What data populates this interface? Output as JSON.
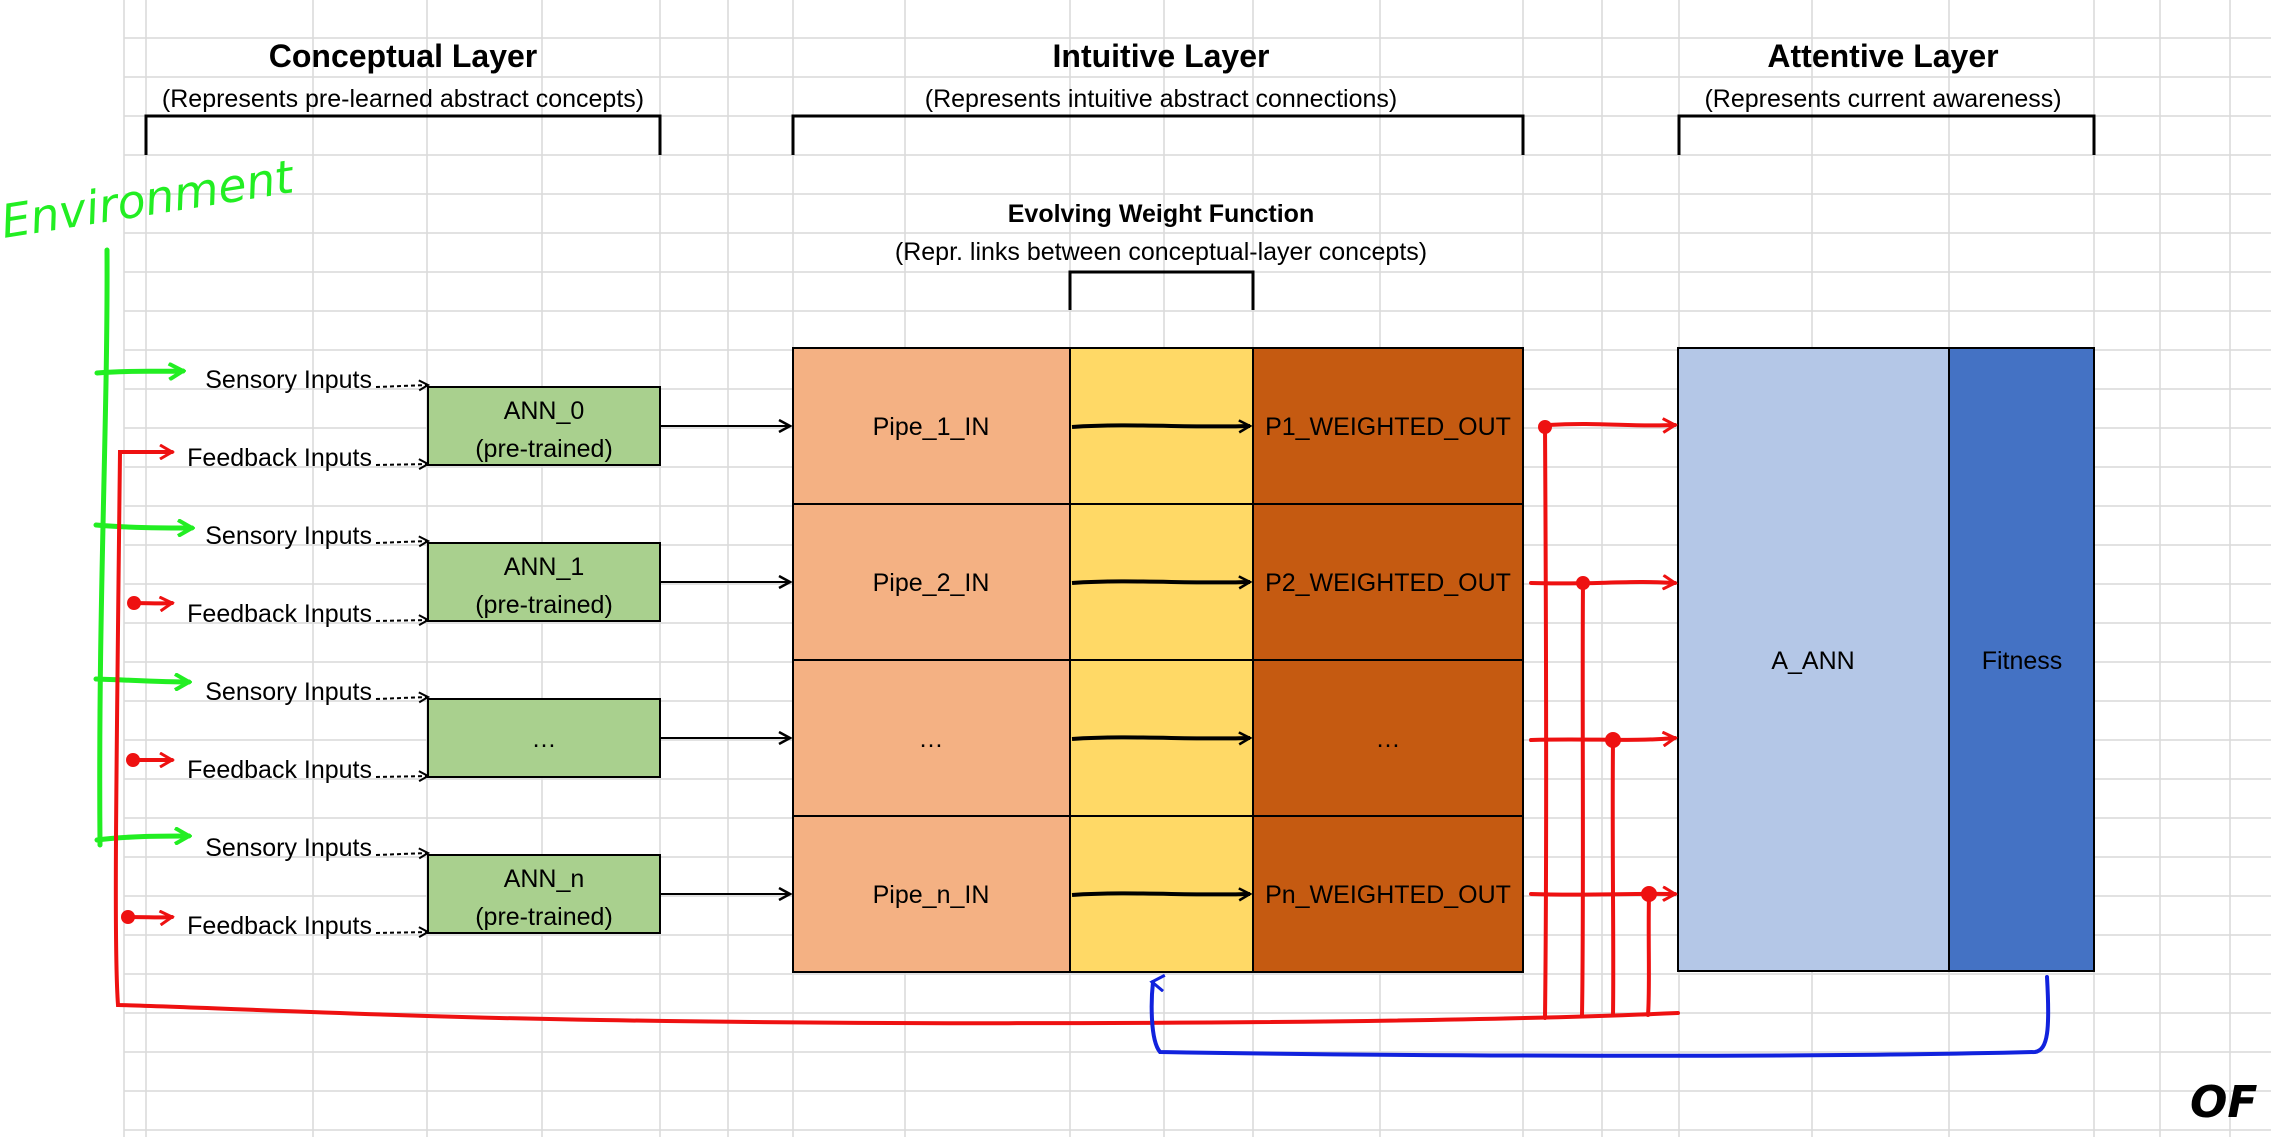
{
  "layers": [
    {
      "title": "Conceptual Layer",
      "subtitle": "(Represents pre-learned abstract concepts)"
    },
    {
      "title": "Intuitive Layer",
      "subtitle": "(Represents intuitive abstract connections)"
    },
    {
      "title": "Attentive Layer",
      "subtitle": "(Represents current awareness)"
    }
  ],
  "weight_function": {
    "title": "Evolving Weight Function",
    "subtitle": "(Repr. links between conceptual-layer concepts)"
  },
  "environment_label": "Environment",
  "inputs": {
    "sensory": "Sensory Inputs",
    "feedback": "Feedback Inputs"
  },
  "anns": [
    {
      "name": "ANN_0",
      "note": "(pre-trained)"
    },
    {
      "name": "ANN_1",
      "note": "(pre-trained)"
    },
    {
      "name": "…",
      "note": ""
    },
    {
      "name": "ANN_n",
      "note": "(pre-trained)"
    }
  ],
  "pipes_in": [
    "Pipe_1_IN",
    "Pipe_2_IN",
    "…",
    "Pipe_n_IN"
  ],
  "weighted_outs": [
    "P1_WEIGHTED_OUT",
    "P2_WEIGHTED_OUT",
    "…",
    "Pn_WEIGHTED_OUT"
  ],
  "attentive": {
    "ann": "A_ANN",
    "fitness": "Fitness"
  },
  "signature": "OF",
  "colors": {
    "ann_green": "#a9d08e",
    "pipe_in": "#f4b183",
    "weight_yellow": "#ffd966",
    "weighted_out": "#c55a11",
    "a_ann": "#b4c7e7",
    "fitness": "#4472c4",
    "env_green": "#22ee22",
    "feedback_red": "#ee1111",
    "fitness_blue": "#1122dd"
  }
}
